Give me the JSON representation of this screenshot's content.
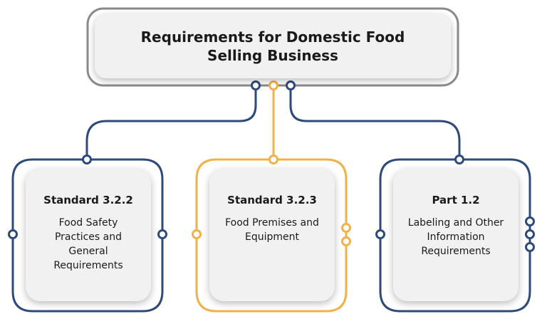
{
  "root": {
    "title": "Requirements for Domestic Food Selling Business"
  },
  "cards": [
    {
      "title": "Standard 3.2.2",
      "description": "Food Safety Practices and General Requirements"
    },
    {
      "title": "Standard 3.2.3",
      "description": "Food Premises and Equipment"
    },
    {
      "title": "Part 1.2",
      "description": "Labeling and Other Information Requirements"
    }
  ],
  "colors": {
    "blue": "#2e4a7a",
    "orange": "#f0b14a",
    "gray": "#8a8a8a",
    "card": "#f1f1f1",
    "text": "#1a1a1a"
  }
}
